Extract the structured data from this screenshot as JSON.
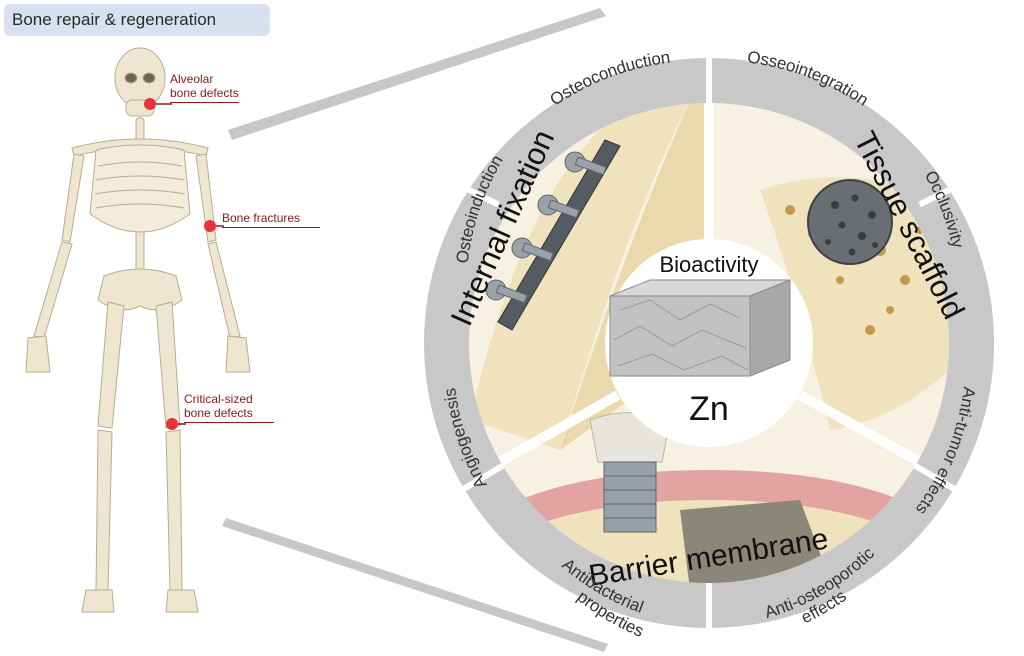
{
  "header": {
    "title": "Bone repair & regeneration"
  },
  "callouts": {
    "alveolar_line1": "Alveolar",
    "alveolar_line2": "bone defects",
    "fractures": "Bone fractures",
    "critical_line1": "Critical-sized",
    "critical_line2": "bone defects"
  },
  "wheel": {
    "outer_labels": {
      "osteoconduction": "Osteoconduction",
      "osseointegration": "Osseointegration",
      "osteoinduction": "Osteoinduction",
      "occlusivity": "Occlusivity",
      "angiogenesis": "Angiogenesis",
      "anti_tumor": "Anti-tumor effects",
      "antibacterial_line1": "Antibacterial",
      "antibacterial_line2": "properties",
      "anti_osteoporotic_line1": "Anti-osteoporotic",
      "anti_osteoporotic_line2": "effects"
    },
    "sectors": {
      "internal_fixation": "Internal fixation",
      "tissue_scaffold": "Tissue scaffold",
      "barrier_membrane": "Barrier membrane"
    },
    "center": {
      "top": "Bioactivity",
      "bottom": "Zn"
    }
  },
  "colors": {
    "ring": "#c8c8c8",
    "bone": "#efe2bd",
    "bone_dark": "#e2cf9c",
    "callout": "#8b1a1a",
    "marker": "#e8202a",
    "title_bg": "#d7e1ef",
    "gum": "#e3a3a0"
  }
}
